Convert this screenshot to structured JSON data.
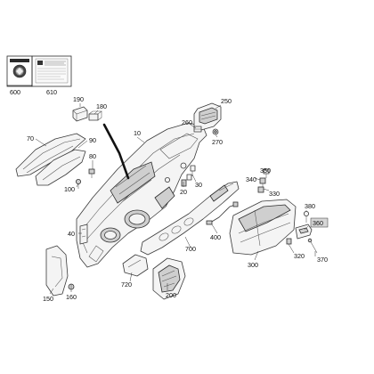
{
  "diagram": {
    "title": "",
    "reference_tiles": [
      {
        "id": "tile-600",
        "label": "600",
        "icon": "brand-emblem-icon"
      },
      {
        "id": "tile-610",
        "label": "610",
        "icon": "info-sheet-icon"
      }
    ],
    "callouts": [
      {
        "id": "c10",
        "label": "10"
      },
      {
        "id": "c20",
        "label": "20"
      },
      {
        "id": "c30",
        "label": "30"
      },
      {
        "id": "c40",
        "label": "40"
      },
      {
        "id": "c70",
        "label": "70"
      },
      {
        "id": "c80",
        "label": "80"
      },
      {
        "id": "c90",
        "label": "90"
      },
      {
        "id": "c100",
        "label": "100"
      },
      {
        "id": "c150",
        "label": "150"
      },
      {
        "id": "c160",
        "label": "160"
      },
      {
        "id": "c180",
        "label": "180"
      },
      {
        "id": "c190",
        "label": "190"
      },
      {
        "id": "c200",
        "label": "200"
      },
      {
        "id": "c250",
        "label": "250"
      },
      {
        "id": "c260",
        "label": "260"
      },
      {
        "id": "c270",
        "label": "270"
      },
      {
        "id": "c300",
        "label": "300"
      },
      {
        "id": "c320",
        "label": "320"
      },
      {
        "id": "c330",
        "label": "330"
      },
      {
        "id": "c340",
        "label": "340"
      },
      {
        "id": "c350",
        "label": "350"
      },
      {
        "id": "c360",
        "label": "360",
        "highlighted": true
      },
      {
        "id": "c370",
        "label": "370"
      },
      {
        "id": "c380",
        "label": "380"
      },
      {
        "id": "c400",
        "label": "400"
      },
      {
        "id": "c700",
        "label": "700"
      },
      {
        "id": "c720",
        "label": "720"
      }
    ]
  }
}
